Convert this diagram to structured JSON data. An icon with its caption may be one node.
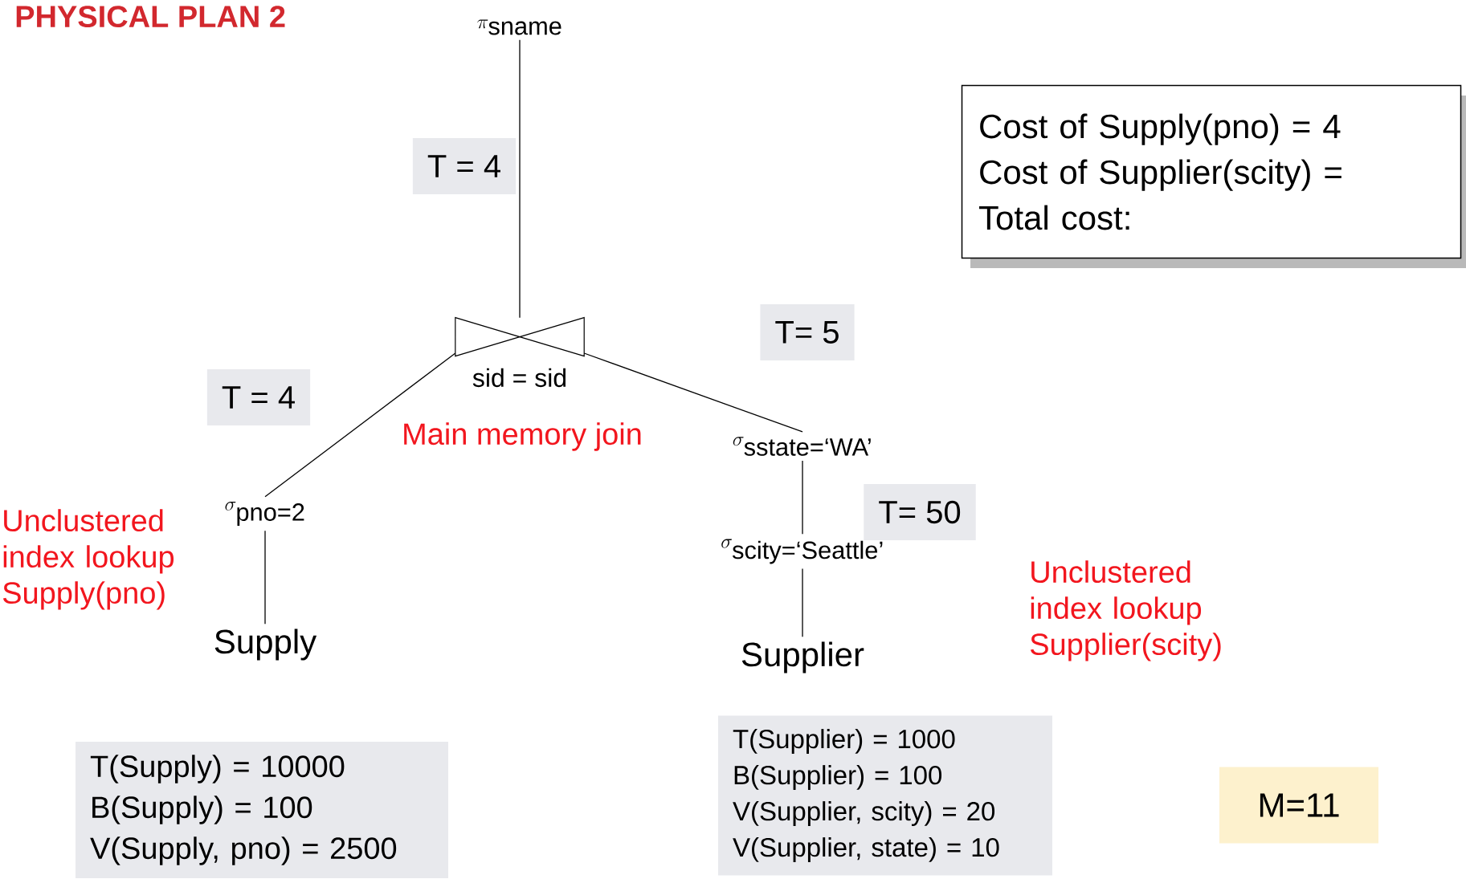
{
  "diagram": {
    "title": "PHYSICAL PLAN 2",
    "nodes": [
      {
        "text": [
          "\\pi_{\\text{sname}}"
        ]
      },
      {
        "text": [
          "sid = sid"
        ]
      },
      {
        "text": [
          "\\sigma_{\\text{pno=2}}"
        ]
      },
      {
        "text": [
          "Supply"
        ]
      },
      {
        "text": [
          "\\sigma_{\\text{sstate=‘WA’}}"
        ]
      },
      {
        "text": [
          "\\sigma_{\\text{scity=‘Seattle’}}"
        ]
      },
      {
        "text": [
          "Supplier"
        ]
      },
      {
        "text": [
          "T = 4"
        ]
      },
      {
        "text": [
          "T= 5"
        ]
      },
      {
        "text": [
          "T = 4"
        ]
      },
      {
        "text": [
          "T= 50"
        ]
      },
      {
        "text": [
          "Cost of Supply(pno) = 4",
          "Cost of Supplier(scity) =",
          "Total cost:"
        ]
      },
      {
        "text": [
          "T(Supply) = 10000",
          "B(Supply) = 100",
          "V(Supply, pno) = 2500"
        ]
      },
      {
        "text": [
          "T(Supplier) = 1000",
          "B(Supplier) = 100",
          "V(Supplier, scity) = 20",
          "V(Supplier, state) = 10"
        ]
      },
      {
        "text": [
          "M=11"
        ]
      }
    ],
    "edges": [
      {
        "from": 0,
        "to": 1,
        "arrow": "none"
      },
      {
        "from": 1,
        "to": 2,
        "arrow": "none"
      },
      {
        "from": 1,
        "to": 4,
        "arrow": "none"
      },
      {
        "from": 2,
        "to": 3,
        "arrow": "none"
      },
      {
        "from": 4,
        "to": 5,
        "arrow": "none"
      },
      {
        "from": 5,
        "to": 6,
        "arrow": "none"
      }
    ],
    "labels": [
      "Unclustered index lookup Supply(pno)",
      "Main memory join",
      "Unclustered index lookup Supplier(scity)"
    ]
  }
}
